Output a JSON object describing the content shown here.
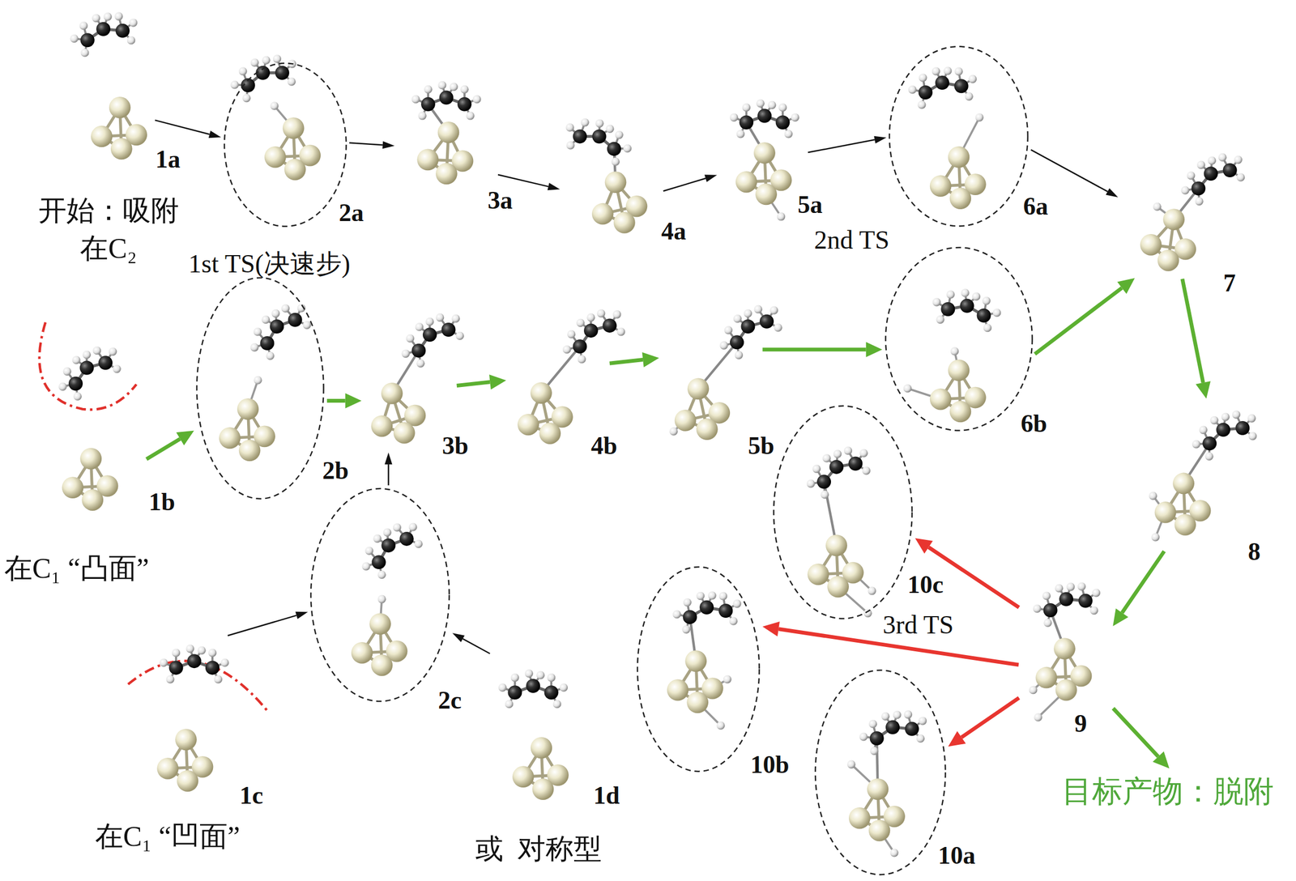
{
  "diagram": {
    "nodes": [
      {
        "text": [
          "1a",
          "开始：吸附 在C₂"
        ]
      },
      {
        "text": [
          "2a",
          "1st TS(决速步)"
        ]
      },
      {
        "text": [
          "3a"
        ]
      },
      {
        "text": [
          "4a"
        ]
      },
      {
        "text": [
          "5a"
        ]
      },
      {
        "text": [
          "6a",
          "2nd TS"
        ]
      },
      {
        "text": [
          "7"
        ]
      },
      {
        "text": [
          "1b",
          "在C₁ “凸面”"
        ]
      },
      {
        "text": [
          "2b"
        ]
      },
      {
        "text": [
          "3b"
        ]
      },
      {
        "text": [
          "4b"
        ]
      },
      {
        "text": [
          "5b"
        ]
      },
      {
        "text": [
          "6b"
        ]
      },
      {
        "text": [
          "10c",
          "3rd TS"
        ]
      },
      {
        "text": [
          "8"
        ]
      },
      {
        "text": [
          "10b"
        ]
      },
      {
        "text": [
          "9"
        ]
      },
      {
        "text": [
          "目标产物：脱附"
        ]
      },
      {
        "text": [
          "2c"
        ]
      },
      {
        "text": [
          "10a"
        ]
      },
      {
        "text": [
          "1c",
          "在C₁ “凹面”"
        ]
      },
      {
        "text": [
          "1d",
          "或  对称型"
        ]
      }
    ],
    "edges": [
      {
        "from": 0,
        "to": 1,
        "arrow": "to"
      },
      {
        "from": 1,
        "to": 2,
        "arrow": "to"
      },
      {
        "from": 2,
        "to": 3,
        "arrow": "to"
      },
      {
        "from": 3,
        "to": 4,
        "arrow": "to"
      },
      {
        "from": 4,
        "to": 5,
        "arrow": "to"
      },
      {
        "from": 5,
        "to": 6,
        "arrow": "to"
      },
      {
        "from": 7,
        "to": 8,
        "arrow": "to"
      },
      {
        "from": 8,
        "to": 9,
        "arrow": "to"
      },
      {
        "from": 9,
        "to": 10,
        "arrow": "to"
      },
      {
        "from": 10,
        "to": 11,
        "arrow": "to"
      },
      {
        "from": 11,
        "to": 12,
        "arrow": "to"
      },
      {
        "from": 12,
        "to": 6,
        "arrow": "to"
      },
      {
        "from": 20,
        "to": 18,
        "arrow": "to"
      },
      {
        "from": 21,
        "to": 18,
        "arrow": "to"
      },
      {
        "from": 18,
        "to": 9,
        "arrow": "to"
      },
      {
        "from": 6,
        "to": 14,
        "arrow": "to"
      },
      {
        "from": 14,
        "to": 16,
        "arrow": "to"
      },
      {
        "from": 16,
        "to": 13,
        "arrow": "to"
      },
      {
        "from": 16,
        "to": 15,
        "arrow": "to"
      },
      {
        "from": 16,
        "to": 19,
        "arrow": "to"
      },
      {
        "from": 16,
        "to": 17,
        "arrow": "to"
      }
    ]
  }
}
